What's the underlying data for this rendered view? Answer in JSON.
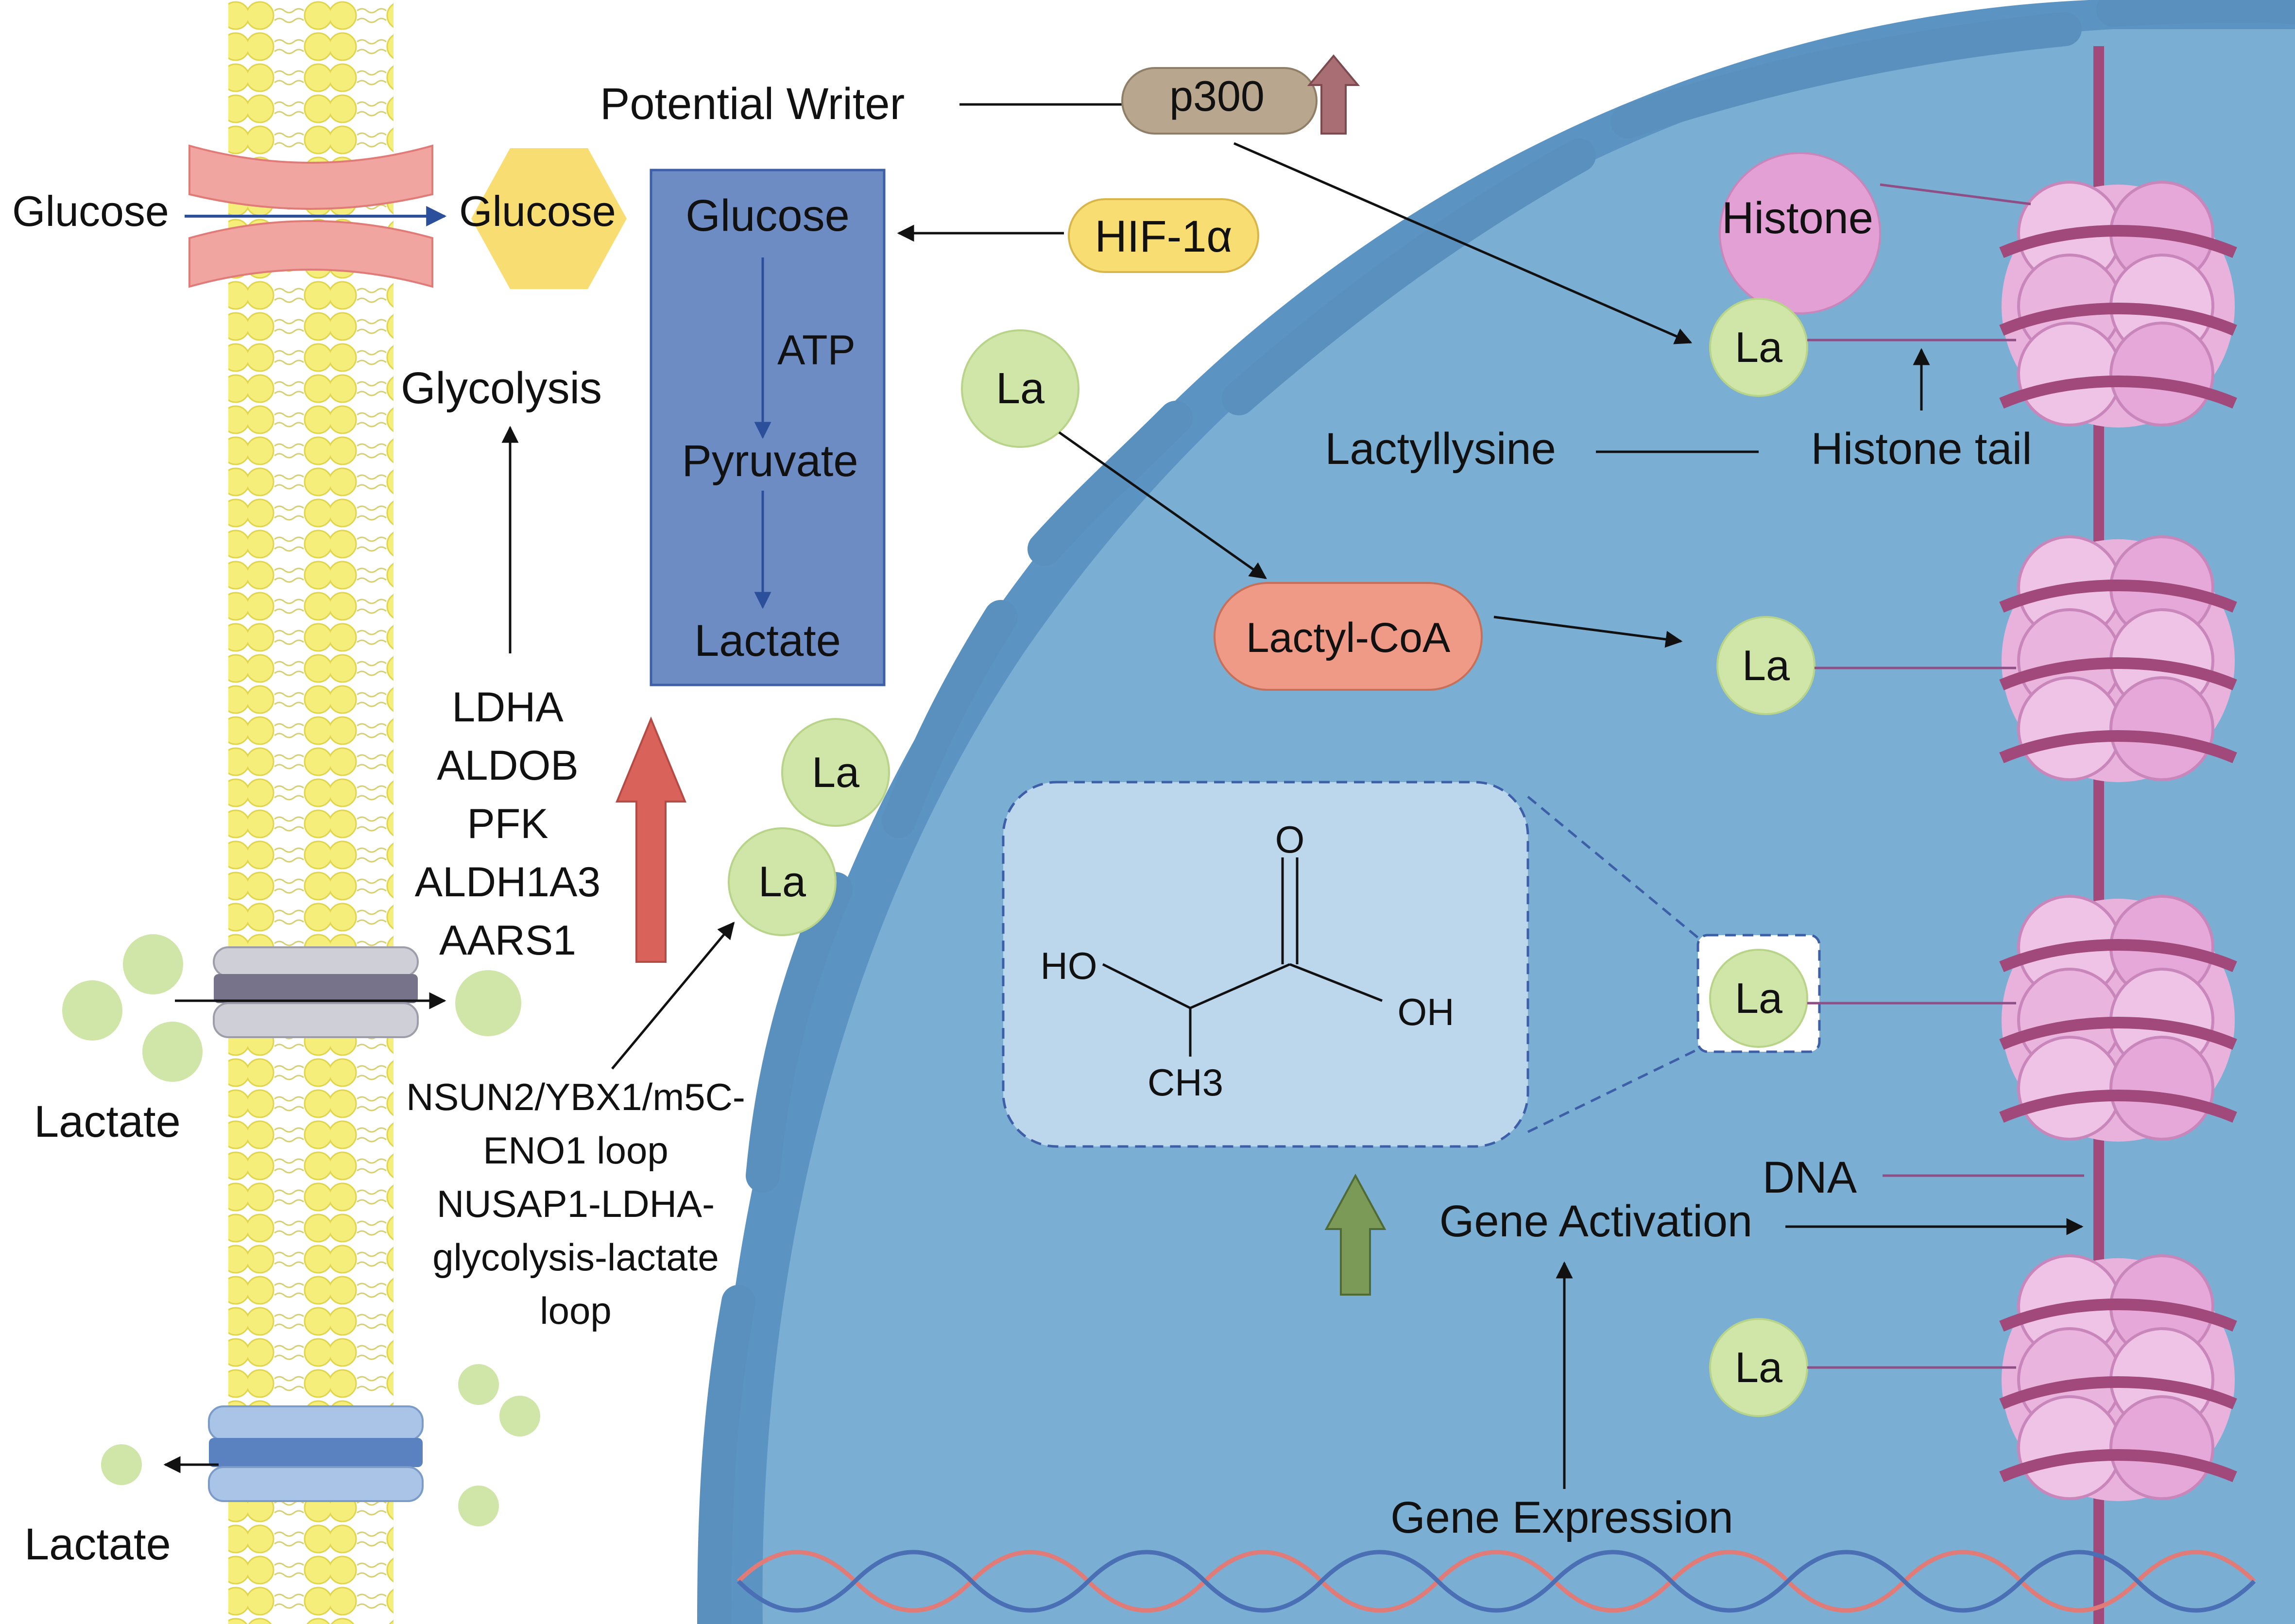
{
  "membrane": {
    "glucose_outside": "Glucose",
    "glucose_inside": "Glucose",
    "glycolysis": "Glycolysis",
    "lactate_in": "Lactate",
    "lactate_out": "Lactate"
  },
  "pathway_box": {
    "glucose": "Glucose",
    "atp": "ATP",
    "pyruvate": "Pyruvate",
    "lactate": "Lactate"
  },
  "enzymes": [
    "LDHA",
    "ALDOB",
    "PFK",
    "ALDH1A3",
    "AARS1"
  ],
  "loops": [
    "NSUN2/YBX1/m5C-",
    "ENO1 loop",
    "NUSAP1-LDHA-",
    "glycolysis-lactate",
    "loop"
  ],
  "regulators": {
    "writer_label": "Potential Writer",
    "p300": "p300",
    "hif": "HIF-1α",
    "lactyl_coa": "Lactyl-CoA"
  },
  "nucleus": {
    "histone": "Histone",
    "lactyllysine": "Lactyllysine",
    "histone_tail": "Histone tail",
    "dna": "DNA",
    "gene_activation": "Gene Activation",
    "gene_expression": "Gene Expression",
    "la": "La"
  },
  "structure": {
    "o": "O",
    "ho": "HO",
    "oh": "OH",
    "ch3": "CH3"
  },
  "colors": {
    "cell": "#6b9ec6",
    "nucleus": "#5b94c2",
    "pathway_box": "#6d8cc4",
    "la_ball": "#cfe6a8",
    "glucose_hex": "#f8dd72",
    "up_arrow": "#d9625a",
    "p300": "#b8a68e",
    "lactyl_coa": "#ee9a86",
    "histone": "#e9b2dd",
    "dna_strand": "#a0497a"
  }
}
